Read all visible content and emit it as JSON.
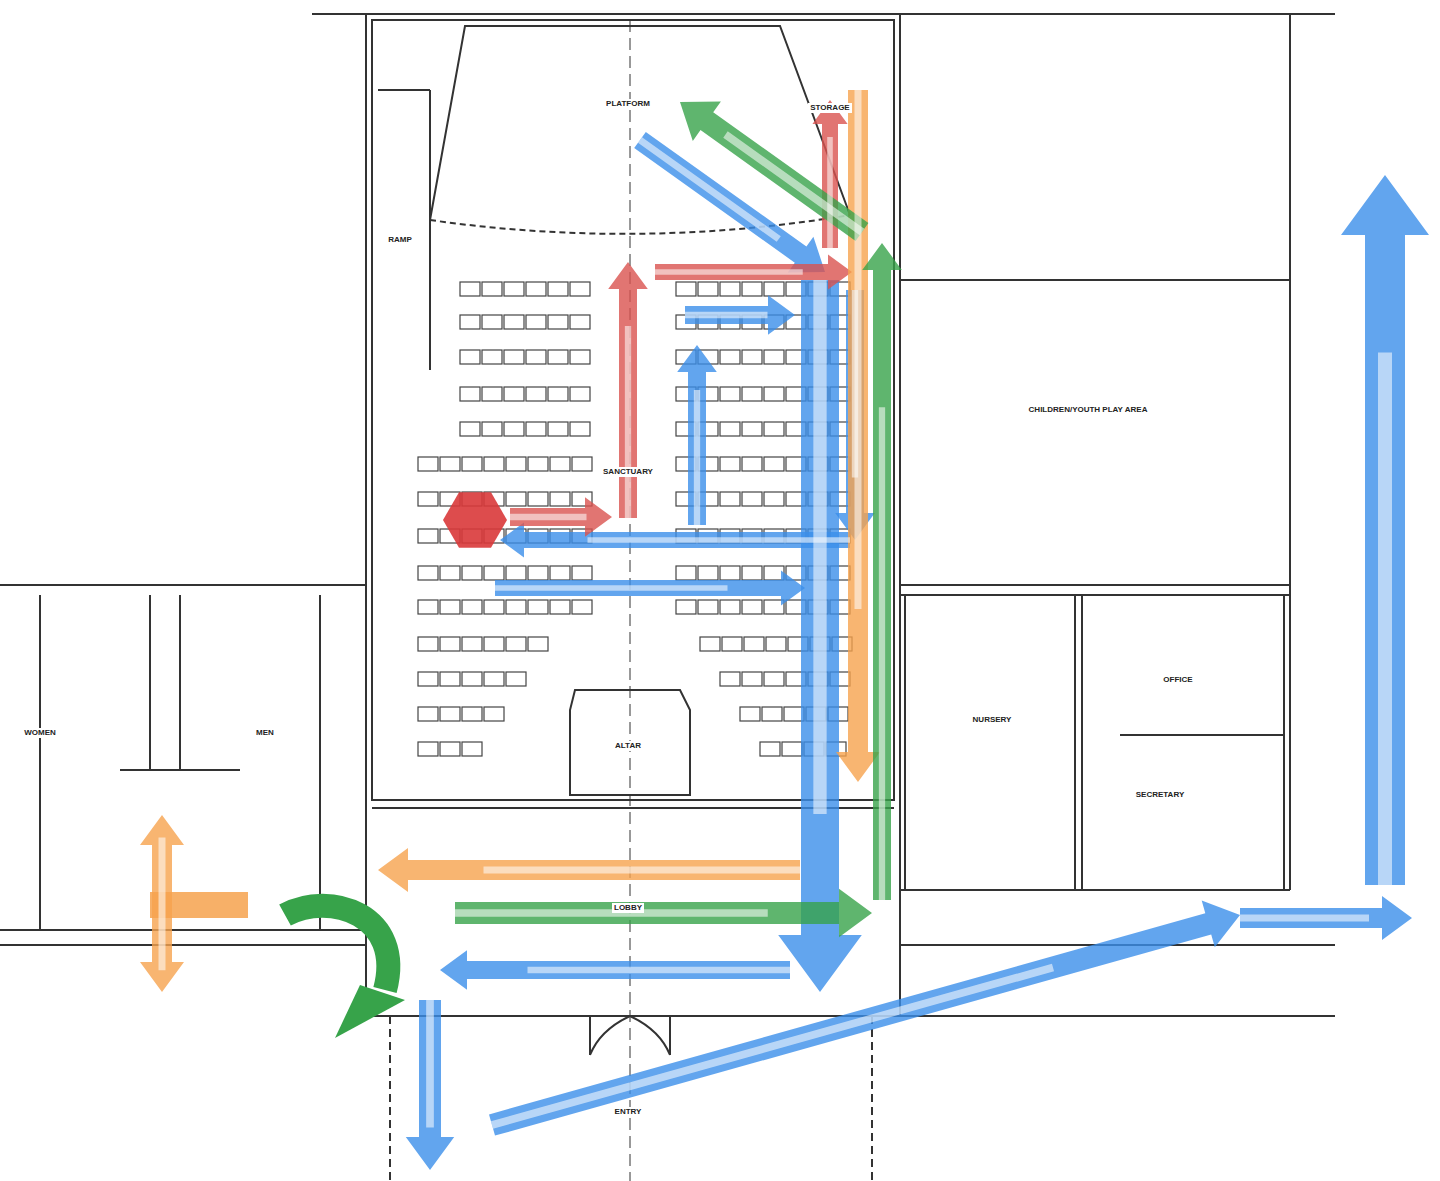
{
  "diagram": {
    "labels": [
      "PLATFORM",
      "STORAGE",
      "RAMP",
      "SANCTUARY",
      "ALTAR",
      "CHILDREN/YOUTH PLAY AREA",
      "NURSERY",
      "OFFICE",
      "SECRETARY",
      "WOMEN",
      "MEN",
      "LOBBY",
      "ENTRY"
    ]
  }
}
